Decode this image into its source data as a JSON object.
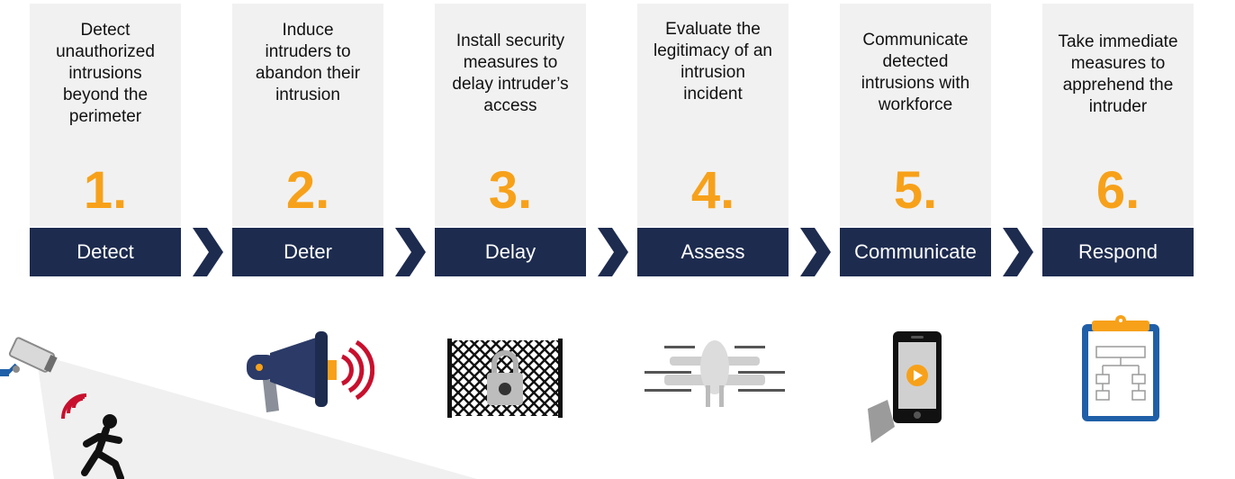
{
  "steps": [
    {
      "number": "1.",
      "label": "Detect",
      "description": "Detect\nunauthorized\nintrusions\nbeyond the\nperimeter"
    },
    {
      "number": "2.",
      "label": "Deter",
      "description": "Induce\nintruders to\nabandon their\nintrusion"
    },
    {
      "number": "3.",
      "label": "Delay",
      "description": "Install security\nmeasures to\ndelay intruder’s\naccess"
    },
    {
      "number": "4.",
      "label": "Assess",
      "description": "Evaluate the\nlegitimacy of an\nintrusion\nincident"
    },
    {
      "number": "5.",
      "label": "Communicate",
      "description": "Communicate\ndetected\nintrusions with\nworkforce"
    },
    {
      "number": "6.",
      "label": "Respond",
      "description": "Take immediate\nmeasures to\napprehend the\nintruder"
    }
  ],
  "icons": [
    "security-camera-icon",
    "megaphone-icon",
    "fence-padlock-icon",
    "drone-icon",
    "smartphone-icon",
    "clipboard-icon"
  ],
  "colors": {
    "accent": "#f7a11a",
    "navy": "#1d2b4f",
    "card_bg": "#f1f1f1",
    "signal_red": "#c8102e"
  }
}
